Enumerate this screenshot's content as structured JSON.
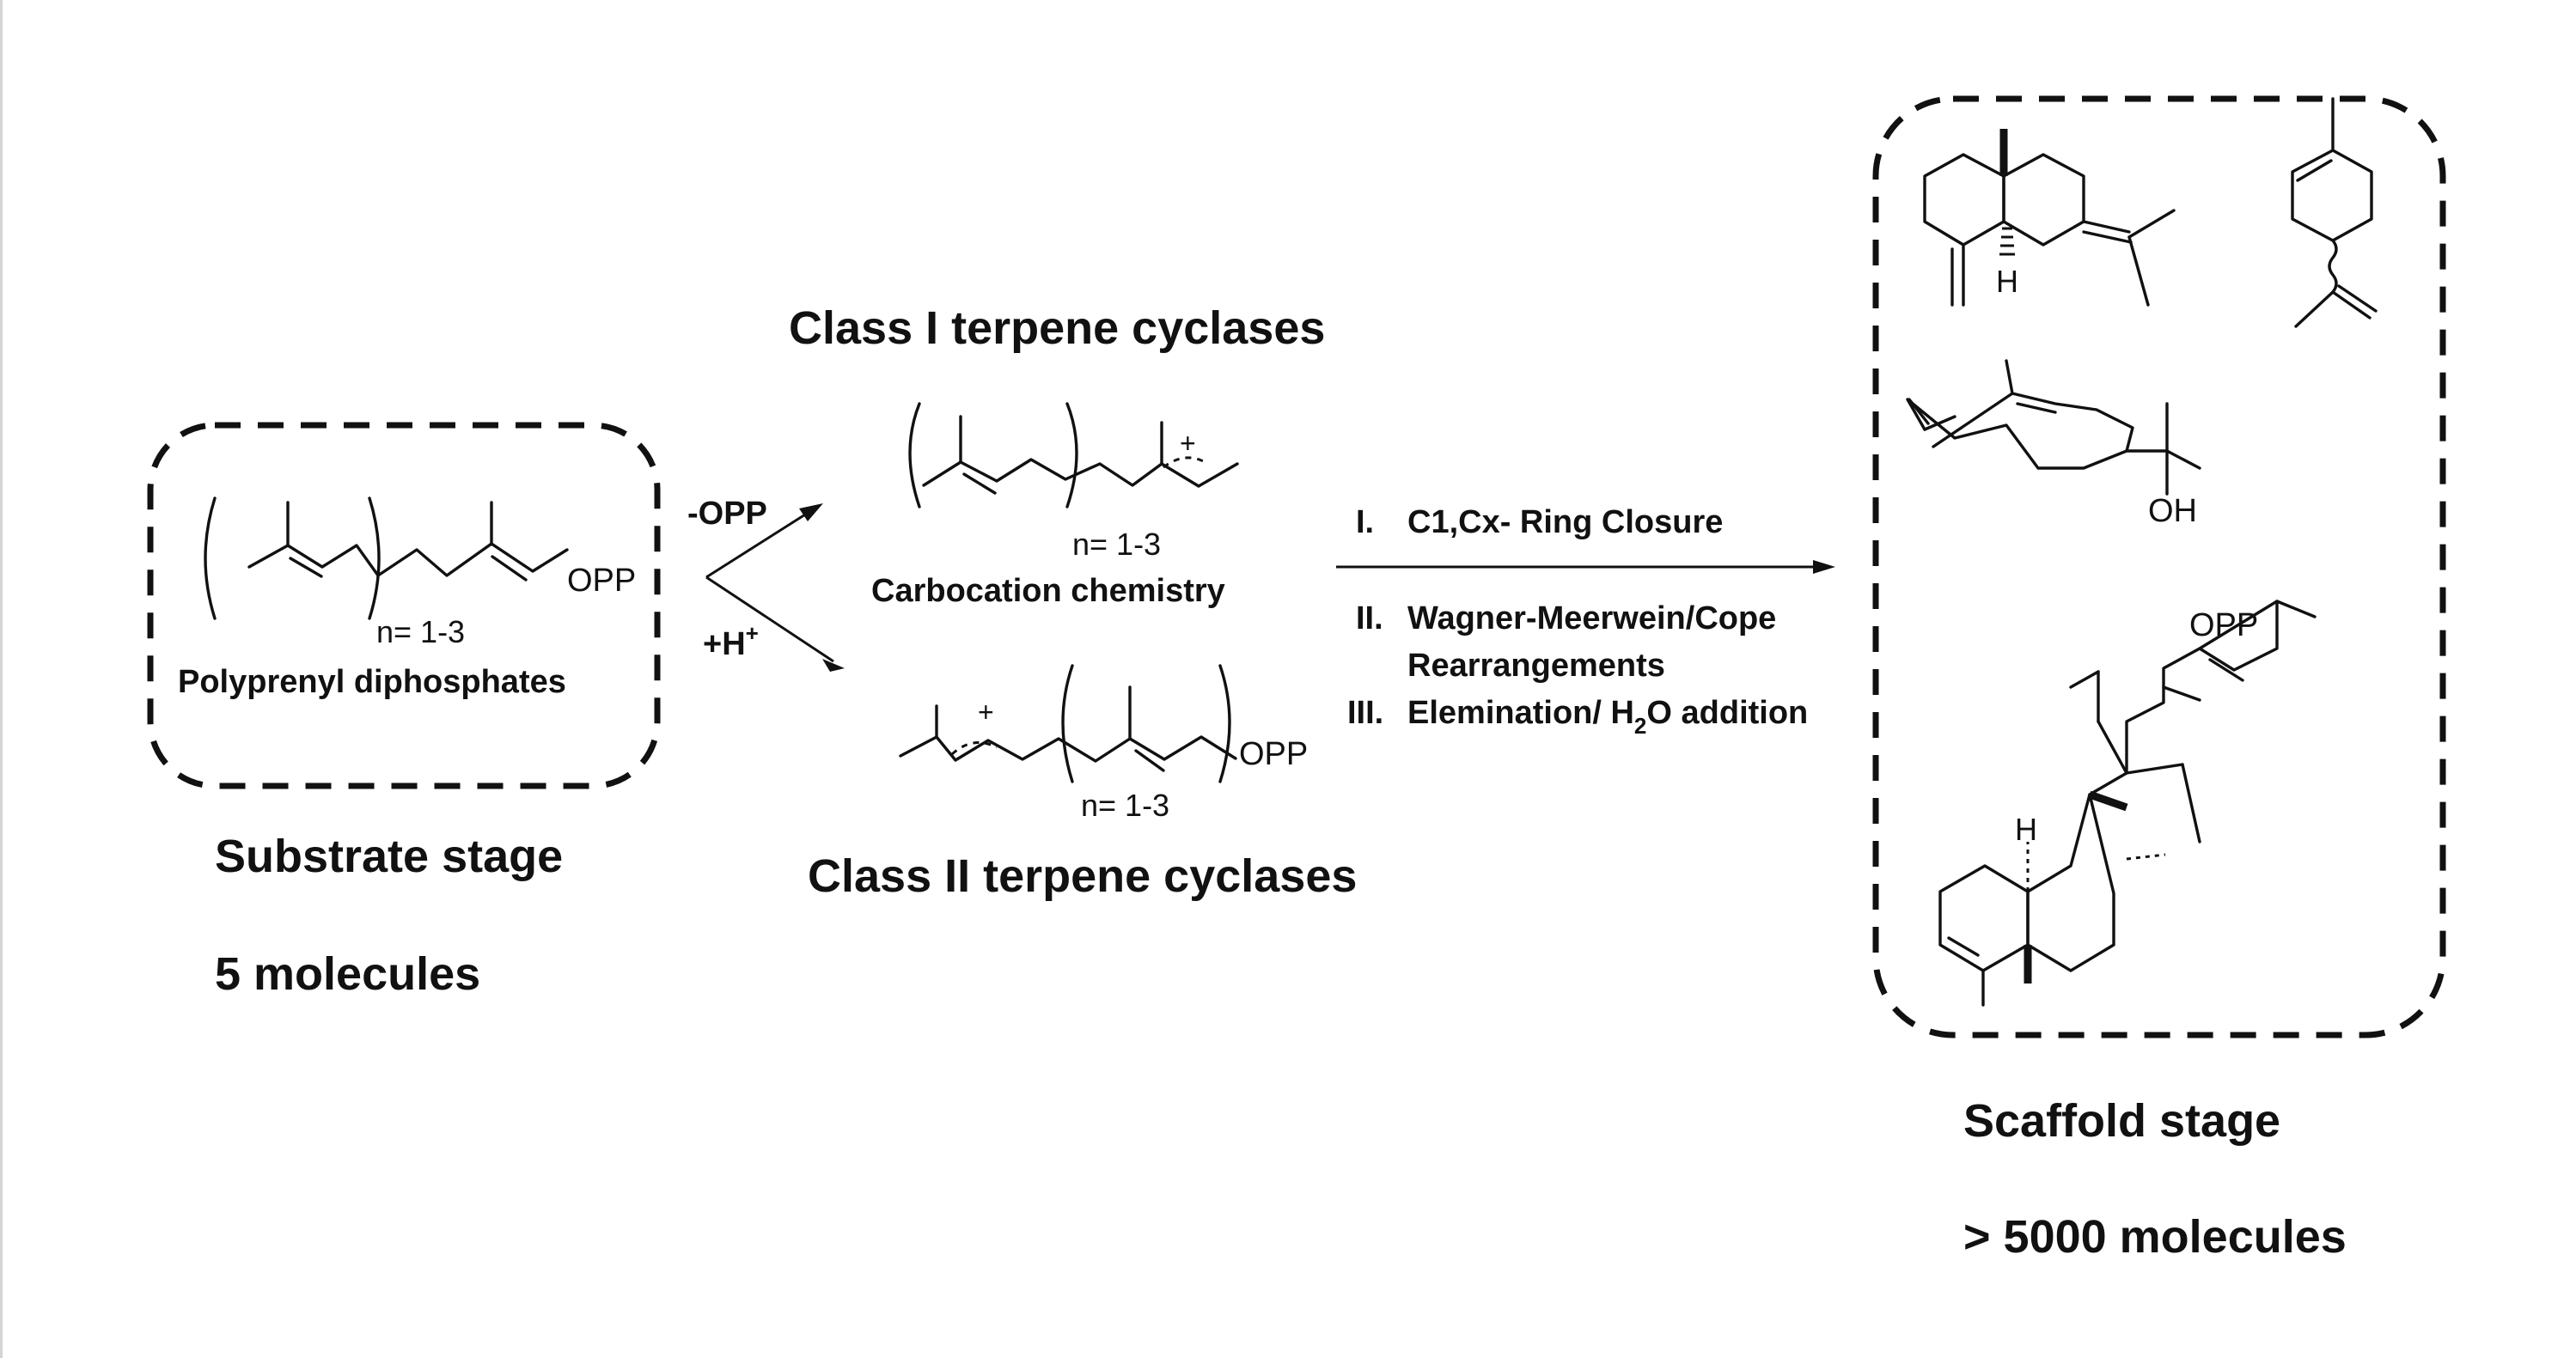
{
  "colors": {
    "class1_title": "#1a8a1a",
    "ink": "#111111",
    "frame": "#d4d4d4"
  },
  "substrate": {
    "n_label": "n= 1-3",
    "opp": "OPP",
    "name": "Polyprenyl diphosphates",
    "stage": "Substrate stage",
    "count": "5 molecules"
  },
  "arrows": {
    "minus_opp": "-OPP",
    "plus_h": "+H",
    "plus_h_sup": "+"
  },
  "class1": {
    "title": "Class I terpene cyclases",
    "charge": "+",
    "n_label": "n= 1-3",
    "caption": "Carbocation chemistry"
  },
  "class2": {
    "title": "Class II terpene cyclases",
    "charge": "+",
    "n_label": "n= 1-3",
    "opp": "OPP"
  },
  "steps": {
    "s1_num": "I.",
    "s1_text": "C1,Cx- Ring Closure",
    "s2_num": "II.",
    "s2_text_a": "Wagner-Meerwein/Cope",
    "s2_text_b": "Rearrangements",
    "s3_num": "III.",
    "s3_text_a": "Elemination/ H",
    "s3_sub": "2",
    "s3_text_b": "O addition"
  },
  "scaffold": {
    "h1": "H",
    "oh": "OH",
    "opp": "OPP",
    "h2": "H",
    "stage": "Scaffold stage",
    "count": "> 5000 molecules"
  }
}
